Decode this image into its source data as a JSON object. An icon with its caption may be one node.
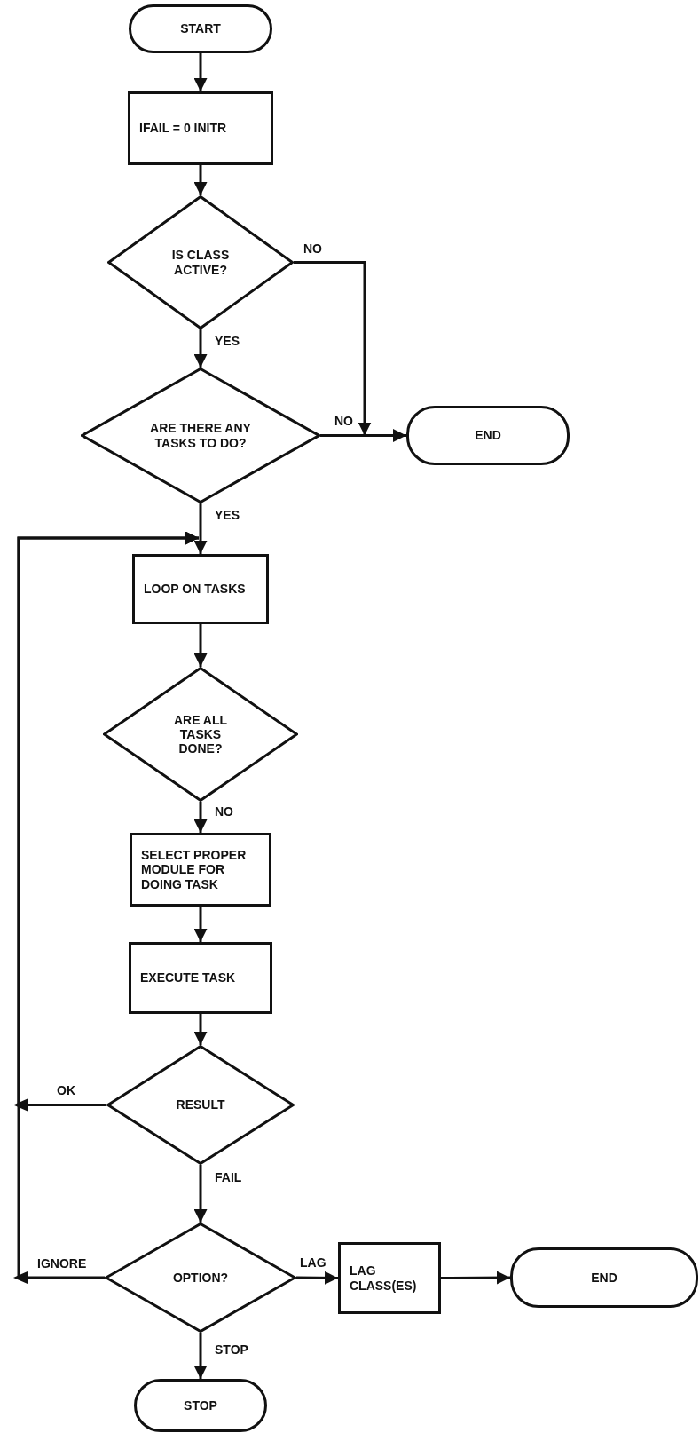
{
  "diagram": {
    "nodes": [
      {
        "text": [
          "START"
        ]
      },
      {
        "text": [
          "IFAIL = 0 INITR"
        ]
      },
      {
        "text": [
          "IS CLASS ACTIVE?"
        ]
      },
      {
        "text": [
          "ARE THERE ANY TASKS TO DO?"
        ]
      },
      {
        "text": [
          "END"
        ]
      },
      {
        "text": [
          "LOOP ON TASKS"
        ]
      },
      {
        "text": [
          "ARE ALL TASKS DONE?"
        ]
      },
      {
        "text": [
          "SELECT PROPER MODULE FOR DOING TASK"
        ]
      },
      {
        "text": [
          "EXECUTE TASK"
        ]
      },
      {
        "text": [
          "RESULT"
        ]
      },
      {
        "text": [
          "OPTION?"
        ]
      },
      {
        "text": [
          "LAG CLASS(ES)"
        ]
      },
      {
        "text": [
          "END"
        ]
      },
      {
        "text": [
          "STOP"
        ]
      }
    ],
    "edges": [
      {
        "from": 0,
        "to": 1,
        "arrow": "to"
      },
      {
        "from": 1,
        "to": 2,
        "arrow": "to"
      },
      {
        "from": 2,
        "to": 3,
        "arrow": "to",
        "label": "YES"
      },
      {
        "from": 2,
        "to": 4,
        "arrow": "to",
        "label": "NO"
      },
      {
        "from": 3,
        "to": 4,
        "arrow": "to",
        "label": "NO"
      },
      {
        "from": 3,
        "to": 5,
        "arrow": "to",
        "label": "YES"
      },
      {
        "from": 5,
        "to": 6,
        "arrow": "to"
      },
      {
        "from": 6,
        "to": 7,
        "arrow": "to",
        "label": "NO"
      },
      {
        "from": 7,
        "to": 8,
        "arrow": "to"
      },
      {
        "from": 8,
        "to": 9,
        "arrow": "to"
      },
      {
        "from": 9,
        "to": 5,
        "arrow": "to",
        "label": "OK"
      },
      {
        "from": 9,
        "to": 10,
        "arrow": "to",
        "label": "FAIL"
      },
      {
        "from": 10,
        "to": 5,
        "arrow": "to",
        "label": "IGNORE"
      },
      {
        "from": 10,
        "to": 11,
        "arrow": "to",
        "label": "LAG"
      },
      {
        "from": 11,
        "to": 12,
        "arrow": "to"
      },
      {
        "from": 10,
        "to": 13,
        "arrow": "to",
        "label": "STOP"
      }
    ]
  }
}
